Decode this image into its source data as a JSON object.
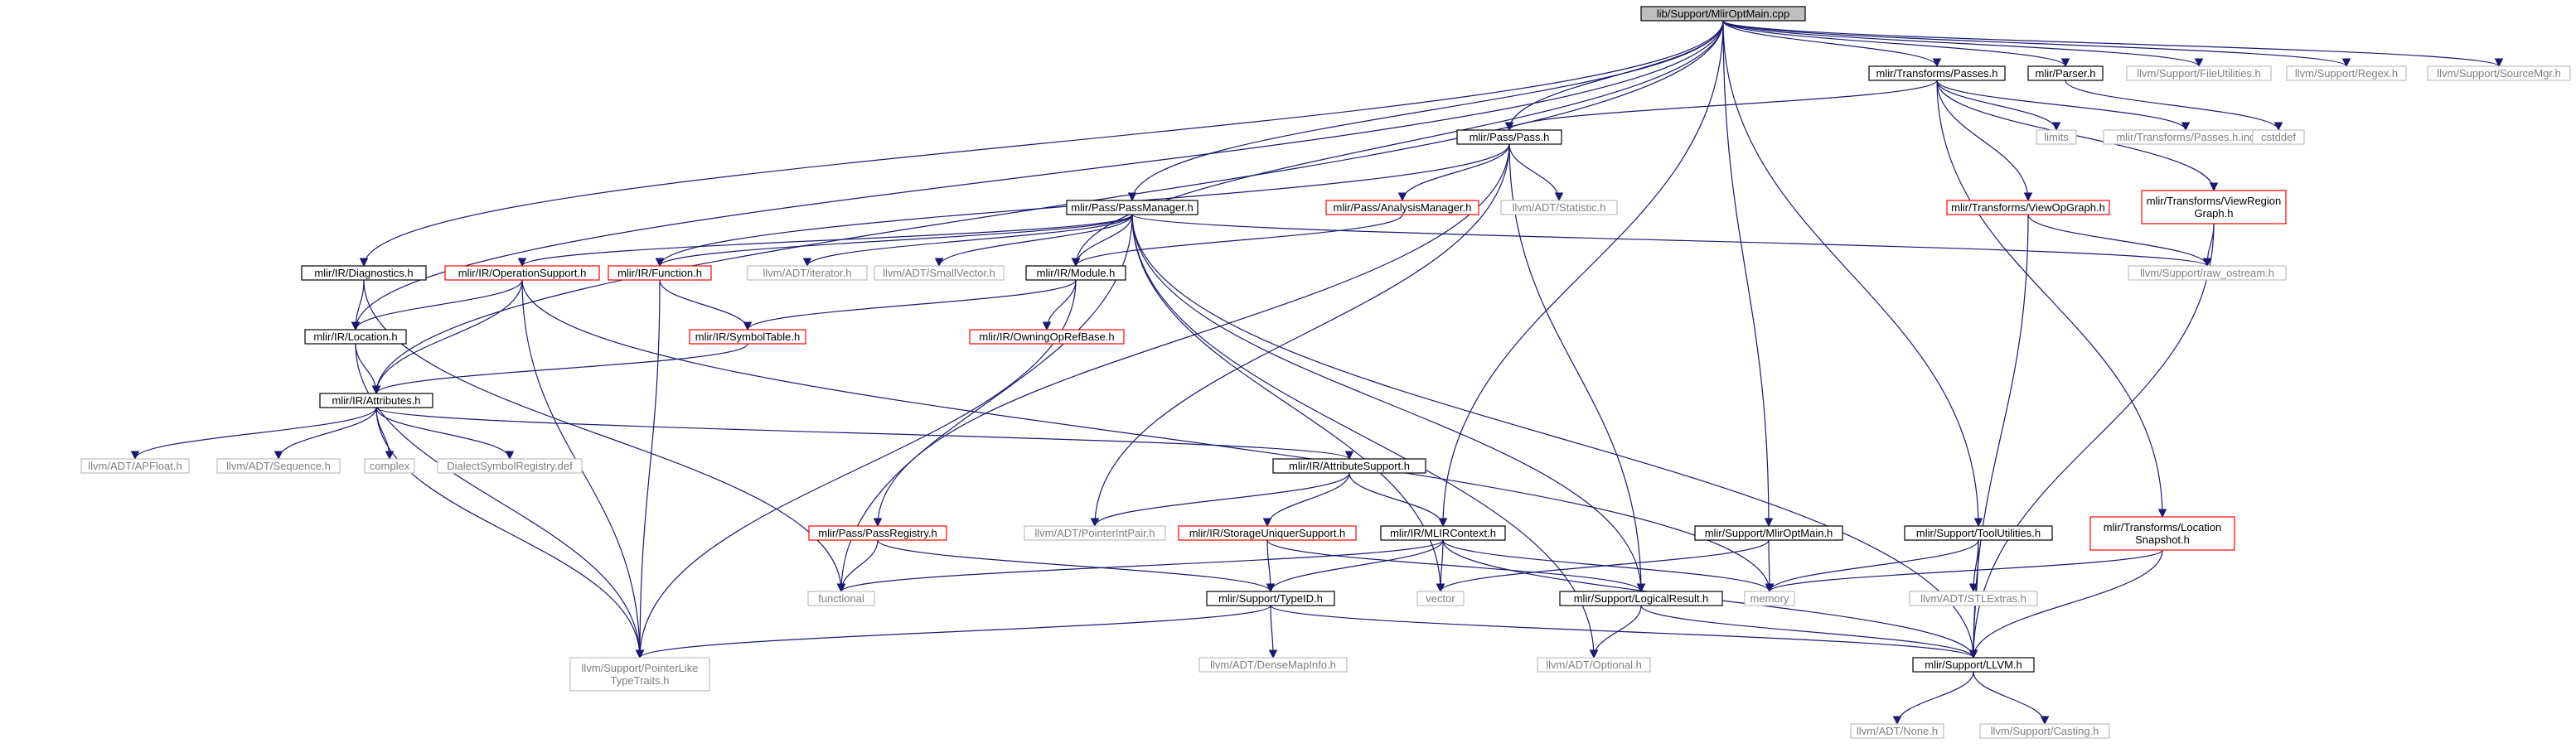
{
  "nodes": [
    {
      "id": "root",
      "label": "lib/Support/MlirOptMain.cpp",
      "style": "root"
    },
    {
      "id": "passes_h",
      "label": "mlir/Transforms/Passes.h",
      "style": "black"
    },
    {
      "id": "parser_h",
      "label": "mlir/Parser.h",
      "style": "black"
    },
    {
      "id": "fileutil",
      "label": "llvm/Support/FileUtilities.h",
      "style": "gray"
    },
    {
      "id": "regex",
      "label": "llvm/Support/Regex.h",
      "style": "gray"
    },
    {
      "id": "srcmgr",
      "label": "llvm/Support/SourceMgr.h",
      "style": "gray"
    },
    {
      "id": "limits",
      "label": "limits",
      "style": "gray"
    },
    {
      "id": "passes_inc",
      "label": "mlir/Transforms/Passes.h.inc",
      "style": "gray"
    },
    {
      "id": "cstddef",
      "label": "cstddef",
      "style": "gray"
    },
    {
      "id": "pass_h",
      "label": "mlir/Pass/Pass.h",
      "style": "black"
    },
    {
      "id": "statistic",
      "label": "llvm/ADT/Statistic.h",
      "style": "gray"
    },
    {
      "id": "passmgr",
      "label": "mlir/Pass/PassManager.h",
      "style": "black"
    },
    {
      "id": "analysismgr",
      "label": "mlir/Pass/AnalysisManager.h",
      "style": "red"
    },
    {
      "id": "viewopgraph",
      "label": "mlir/Transforms/ViewOpGraph.h",
      "style": "red"
    },
    {
      "id": "viewregion",
      "label": [
        "mlir/Transforms/ViewRegion",
        "Graph.h"
      ],
      "style": "red"
    },
    {
      "id": "diagnostics",
      "label": "mlir/IR/Diagnostics.h",
      "style": "black"
    },
    {
      "id": "opsupport",
      "label": "mlir/IR/OperationSupport.h",
      "style": "red"
    },
    {
      "id": "function",
      "label": "mlir/IR/Function.h",
      "style": "red"
    },
    {
      "id": "iterator",
      "label": "llvm/ADT/iterator.h",
      "style": "gray"
    },
    {
      "id": "smallvector",
      "label": "llvm/ADT/SmallVector.h",
      "style": "gray"
    },
    {
      "id": "module",
      "label": "mlir/IR/Module.h",
      "style": "black"
    },
    {
      "id": "rawostream",
      "label": "llvm/Support/raw_ostream.h",
      "style": "gray"
    },
    {
      "id": "location",
      "label": "mlir/IR/Location.h",
      "style": "black"
    },
    {
      "id": "symboltable",
      "label": "mlir/IR/SymbolTable.h",
      "style": "red"
    },
    {
      "id": "owningop",
      "label": "mlir/IR/OwningOpRefBase.h",
      "style": "red"
    },
    {
      "id": "attributes",
      "label": "mlir/IR/Attributes.h",
      "style": "black"
    },
    {
      "id": "apfloat",
      "label": "llvm/ADT/APFloat.h",
      "style": "gray"
    },
    {
      "id": "sequence",
      "label": "llvm/ADT/Sequence.h",
      "style": "gray"
    },
    {
      "id": "complex",
      "label": "complex",
      "style": "gray"
    },
    {
      "id": "dialectsym",
      "label": "DialectSymbolRegistry.def",
      "style": "gray"
    },
    {
      "id": "attrsupport",
      "label": "mlir/IR/AttributeSupport.h",
      "style": "black"
    },
    {
      "id": "passregistry",
      "label": "mlir/Pass/PassRegistry.h",
      "style": "red"
    },
    {
      "id": "pointerintpair",
      "label": "llvm/ADT/PointerIntPair.h",
      "style": "gray"
    },
    {
      "id": "storageuniquer",
      "label": "mlir/IR/StorageUniquerSupport.h",
      "style": "red"
    },
    {
      "id": "mlircontext",
      "label": "mlir/IR/MLIRContext.h",
      "style": "black"
    },
    {
      "id": "mliroptmain_h",
      "label": "mlir/Support/MlirOptMain.h",
      "style": "black"
    },
    {
      "id": "toolutil",
      "label": "mlir/Support/ToolUtilities.h",
      "style": "black"
    },
    {
      "id": "locsnapshot",
      "label": [
        "mlir/Transforms/Location",
        "Snapshot.h"
      ],
      "style": "red"
    },
    {
      "id": "functional",
      "label": "functional",
      "style": "gray"
    },
    {
      "id": "typeid",
      "label": "mlir/Support/TypeID.h",
      "style": "black"
    },
    {
      "id": "vector",
      "label": "vector",
      "style": "gray"
    },
    {
      "id": "logicalresult",
      "label": "mlir/Support/LogicalResult.h",
      "style": "black"
    },
    {
      "id": "memory",
      "label": "memory",
      "style": "gray"
    },
    {
      "id": "stlextras",
      "label": "llvm/ADT/STLExtras.h",
      "style": "gray"
    },
    {
      "id": "pointerlike",
      "label": [
        "llvm/Support/PointerLike",
        "TypeTraits.h"
      ],
      "style": "gray"
    },
    {
      "id": "densemapinfo",
      "label": "llvm/ADT/DenseMapInfo.h",
      "style": "gray"
    },
    {
      "id": "optional",
      "label": "llvm/ADT/Optional.h",
      "style": "gray"
    },
    {
      "id": "llvm_h",
      "label": "mlir/Support/LLVM.h",
      "style": "black"
    },
    {
      "id": "none",
      "label": "llvm/ADT/None.h",
      "style": "gray"
    },
    {
      "id": "casting",
      "label": "llvm/Support/Casting.h",
      "style": "gray"
    }
  ],
  "edges": [
    [
      "root",
      "passes_h"
    ],
    [
      "root",
      "parser_h"
    ],
    [
      "root",
      "fileutil"
    ],
    [
      "root",
      "regex"
    ],
    [
      "root",
      "srcmgr"
    ],
    [
      "root",
      "pass_h"
    ],
    [
      "root",
      "passmgr"
    ],
    [
      "root",
      "diagnostics"
    ],
    [
      "root",
      "location"
    ],
    [
      "root",
      "attributes"
    ],
    [
      "root",
      "module"
    ],
    [
      "root",
      "mlircontext"
    ],
    [
      "root",
      "mliroptmain_h"
    ],
    [
      "root",
      "toolutil"
    ],
    [
      "passes_h",
      "pass_h"
    ],
    [
      "passes_h",
      "limits"
    ],
    [
      "passes_h",
      "passes_inc"
    ],
    [
      "passes_h",
      "viewopgraph"
    ],
    [
      "passes_h",
      "viewregion"
    ],
    [
      "passes_h",
      "locsnapshot"
    ],
    [
      "parser_h",
      "cstddef"
    ],
    [
      "pass_h",
      "analysismgr"
    ],
    [
      "pass_h",
      "statistic"
    ],
    [
      "pass_h",
      "function"
    ],
    [
      "pass_h",
      "passregistry"
    ],
    [
      "pass_h",
      "pointerintpair"
    ],
    [
      "pass_h",
      "logicalresult"
    ],
    [
      "passmgr",
      "opsupport"
    ],
    [
      "passmgr",
      "function"
    ],
    [
      "passmgr",
      "iterator"
    ],
    [
      "passmgr",
      "smallvector"
    ],
    [
      "passmgr",
      "module"
    ],
    [
      "passmgr",
      "rawostream"
    ],
    [
      "passmgr",
      "functional"
    ],
    [
      "passmgr",
      "vector"
    ],
    [
      "passmgr",
      "optional"
    ],
    [
      "passmgr",
      "logicalresult"
    ],
    [
      "passmgr",
      "llvm_h"
    ],
    [
      "analysismgr",
      "module"
    ],
    [
      "viewopgraph",
      "rawostream"
    ],
    [
      "viewopgraph",
      "llvm_h"
    ],
    [
      "viewregion",
      "rawostream"
    ],
    [
      "viewregion",
      "llvm_h"
    ],
    [
      "diagnostics",
      "location"
    ],
    [
      "diagnostics",
      "functional"
    ],
    [
      "opsupport",
      "location"
    ],
    [
      "opsupport",
      "attributes"
    ],
    [
      "opsupport",
      "pointerlike"
    ],
    [
      "opsupport",
      "memory"
    ],
    [
      "function",
      "symboltable"
    ],
    [
      "function",
      "pointerlike"
    ],
    [
      "module",
      "symboltable"
    ],
    [
      "module",
      "owningop"
    ],
    [
      "module",
      "pointerlike"
    ],
    [
      "location",
      "attributes"
    ],
    [
      "location",
      "pointerlike"
    ],
    [
      "symboltable",
      "attributes"
    ],
    [
      "attributes",
      "apfloat"
    ],
    [
      "attributes",
      "sequence"
    ],
    [
      "attributes",
      "complex"
    ],
    [
      "attributes",
      "dialectsym"
    ],
    [
      "attributes",
      "attrsupport"
    ],
    [
      "attributes",
      "pointerlike"
    ],
    [
      "attrsupport",
      "pointerintpair"
    ],
    [
      "attrsupport",
      "storageuniquer"
    ],
    [
      "attrsupport",
      "mlircontext"
    ],
    [
      "passregistry",
      "functional"
    ],
    [
      "passregistry",
      "typeid"
    ],
    [
      "storageuniquer",
      "typeid"
    ],
    [
      "storageuniquer",
      "logicalresult"
    ],
    [
      "mlircontext",
      "functional"
    ],
    [
      "mlircontext",
      "typeid"
    ],
    [
      "mlircontext",
      "vector"
    ],
    [
      "mlircontext",
      "memory"
    ],
    [
      "mlircontext",
      "llvm_h"
    ],
    [
      "mliroptmain_h",
      "vector"
    ],
    [
      "mliroptmain_h",
      "memory"
    ],
    [
      "toolutil",
      "memory"
    ],
    [
      "toolutil",
      "stlextras"
    ],
    [
      "toolutil",
      "llvm_h"
    ],
    [
      "locsnapshot",
      "memory"
    ],
    [
      "locsnapshot",
      "llvm_h"
    ],
    [
      "typeid",
      "pointerlike"
    ],
    [
      "typeid",
      "densemapinfo"
    ],
    [
      "typeid",
      "llvm_h"
    ],
    [
      "logicalresult",
      "optional"
    ],
    [
      "logicalresult",
      "llvm_h"
    ],
    [
      "llvm_h",
      "none"
    ],
    [
      "llvm_h",
      "casting"
    ]
  ]
}
